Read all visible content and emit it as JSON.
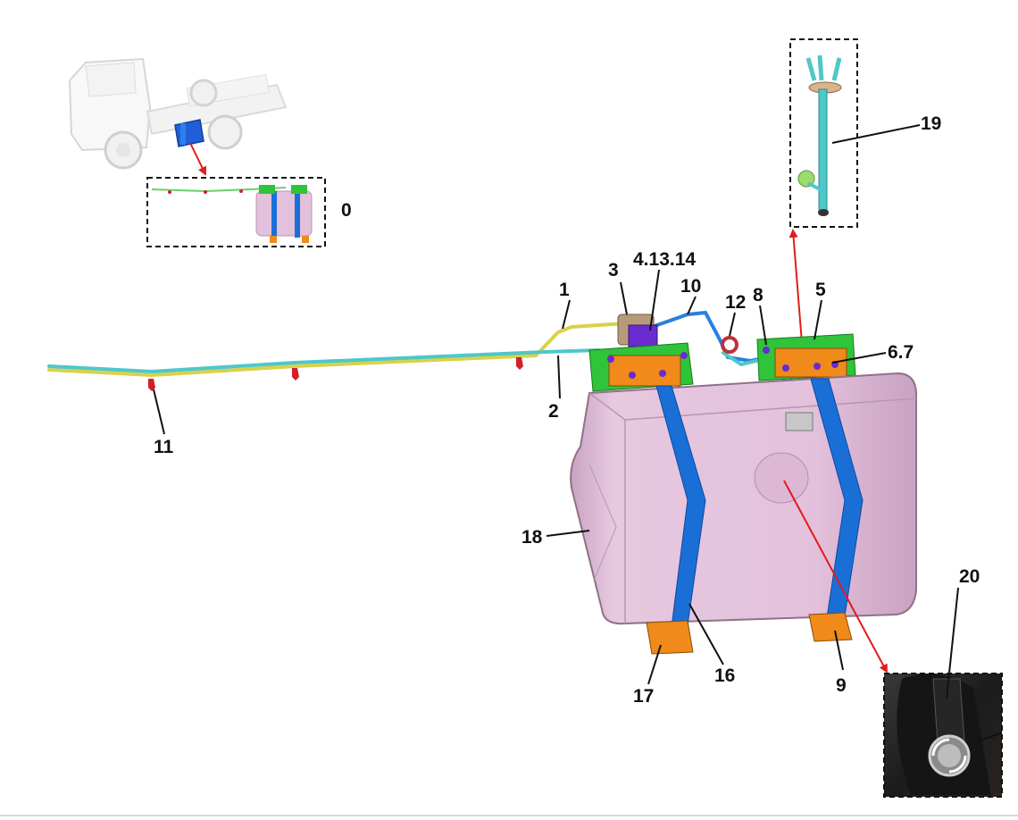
{
  "diagram": {
    "part_labels": {
      "p0": "0",
      "p1": "1",
      "p2": "2",
      "p3": "3",
      "p4": "4.13.14",
      "p5": "5",
      "p6": "6.7",
      "p8": "8",
      "p9": "9",
      "p10": "10",
      "p11": "11",
      "p12": "12",
      "p16": "16",
      "p17": "17",
      "p18": "18",
      "p19": "19",
      "p20": "20"
    },
    "colors": {
      "tank": "#e3c1dc",
      "strap": "#1a6fd6",
      "bracket_green": "#2fc43a",
      "bracket_orange": "#f08a1a",
      "pipe_yellow": "#d8d24a",
      "pipe_cyan": "#4fc7c9",
      "pipe_blue": "#2a7fe0",
      "arrow_red": "#e21b1b",
      "clip_red": "#d2202a",
      "bolt_purple": "#6a2bd0"
    }
  }
}
